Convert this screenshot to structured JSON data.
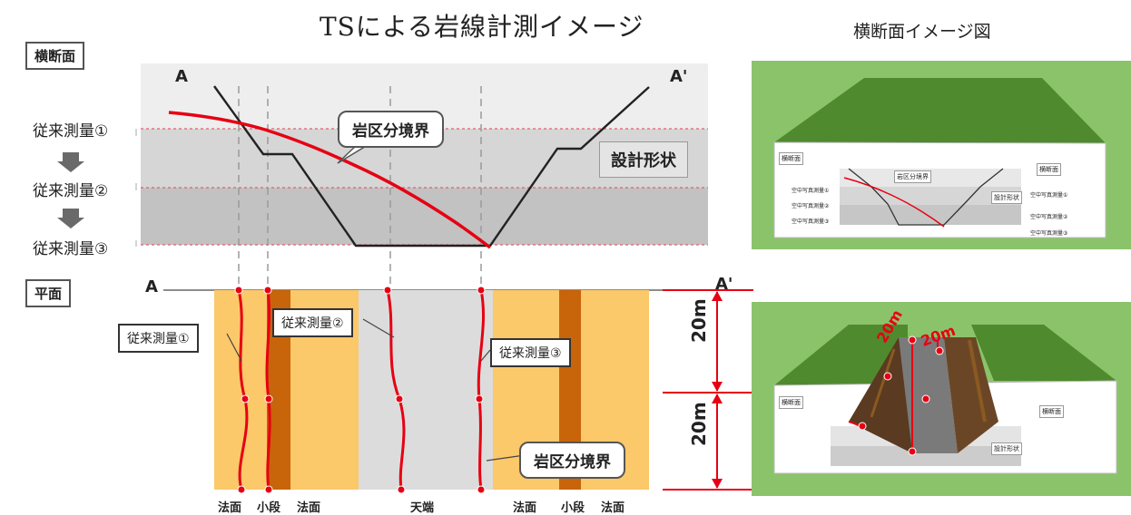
{
  "title": "TSによる岩線計測イメージ",
  "right_title": "横断面イメージ図",
  "cross_section": {
    "label": "横断面",
    "point_a": "A",
    "point_a2": "A'",
    "surveys": [
      "従来測量①",
      "従来測量②",
      "従来測量③"
    ],
    "boundary_callout": "岩区分境界",
    "design_callout": "設計形状"
  },
  "plan": {
    "label": "平面",
    "point_a": "A",
    "point_a2": "A'",
    "callouts": [
      "従来測量①",
      "従来測量②",
      "従来測量③"
    ],
    "boundary_callout": "岩区分境界",
    "dim1": "20m",
    "dim2": "20m",
    "bottom_labels": [
      "法面",
      "小段",
      "法面",
      "天端",
      "法面",
      "小段",
      "法面"
    ]
  },
  "model_images": {
    "top": {
      "labels": [
        "横断面",
        "岩区分境界",
        "設計形状",
        "横断面",
        "空中写真測量①",
        "空中写真測量②",
        "空中写真測量③",
        "空中写真測量①",
        "空中写真測量②",
        "空中写真測量③"
      ]
    },
    "bottom": {
      "labels": [
        "横断面",
        "横断面",
        "設計形状",
        "20m",
        "20m"
      ]
    }
  },
  "colors": {
    "boundary": "#e60012",
    "design": "#222222",
    "slope": "#fbc86a",
    "berm": "#c8640a",
    "crest": "#d9d9d9",
    "grass": "#4e8a2e"
  }
}
